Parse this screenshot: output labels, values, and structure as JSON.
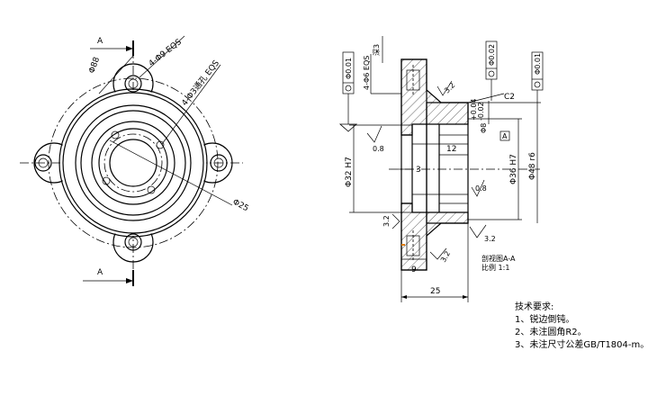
{
  "front_view": {
    "section_a_top": "A",
    "section_a_bottom": "A",
    "dim_pcd": "Φ88",
    "dim_holes": "4-Φ9 EQS",
    "dim_small_holes": "4-Φ3通孔 EQS",
    "dim_d25": "Φ25"
  },
  "section_view": {
    "dim_counterbore": "4-Φ6 EQS",
    "dim_cb_depth": "深3",
    "fcf_left": "Φ0.01",
    "fcf_mid": "Φ0.02",
    "fcf_right": "Φ0.01",
    "dim_bore_top": "Φ8",
    "tol_upper": "+0.04",
    "tol_lower": "-0.02",
    "chamfer": "C2",
    "dim_d32": "Φ32 H7",
    "dim_d36": "Φ36 H7",
    "dim_d48": "Φ48 r6",
    "dim_12": "12",
    "dim_3": "3",
    "rough_08_a": "0.8",
    "rough_08_b": "0.8",
    "rough_32_a": "3.2",
    "rough_32_b": "3.2",
    "rough_32_c": "3.2",
    "rough_32_d": "3.2",
    "dim_9": "9",
    "dim_25": "25",
    "section_label": "剖视图A-A",
    "scale_label": "比例 1:1",
    "datum": "A"
  },
  "notes": {
    "title": "技术要求:",
    "line1": "1、锐边倒钝。",
    "line2": "2、未注圆角R2。",
    "line3": "3、未注尺寸公差GB/T1804-m。"
  }
}
